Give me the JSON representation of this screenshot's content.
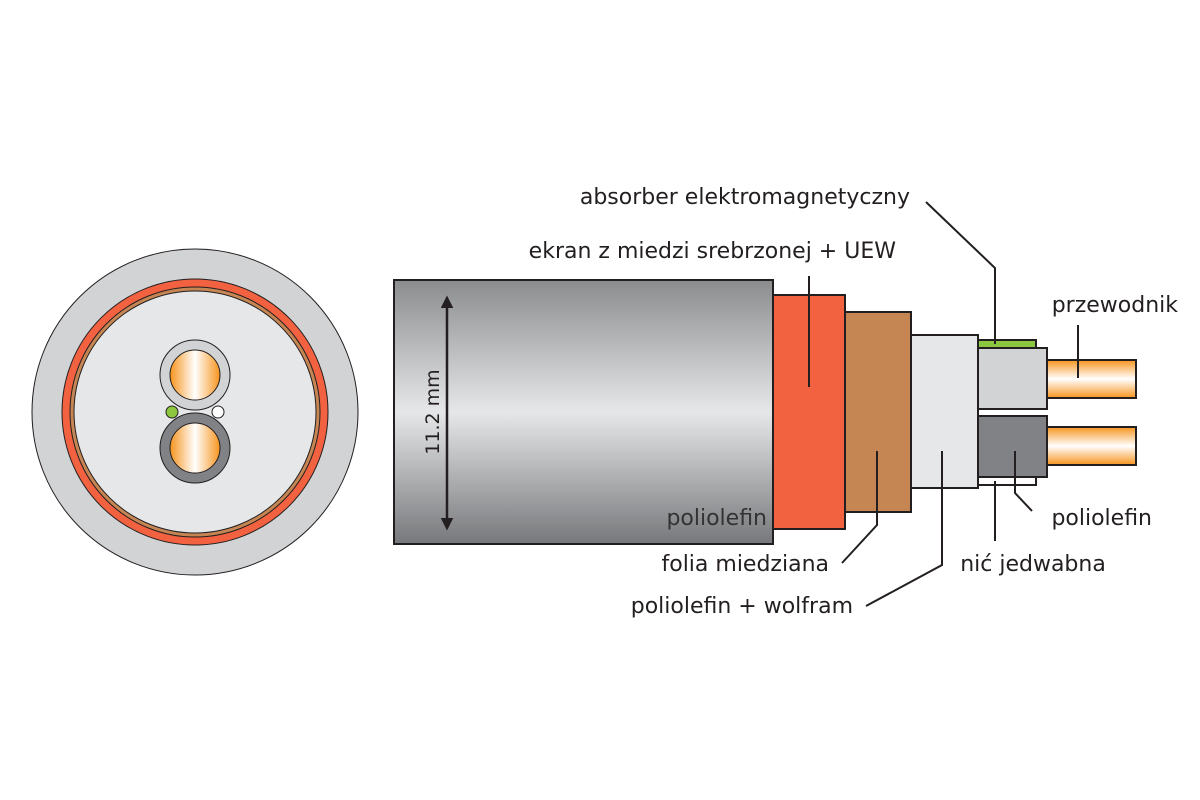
{
  "diagram": {
    "title": "Cable construction cross-section and side view",
    "dimension_label": "11.2 mm",
    "labels": {
      "outer_jacket": "poliolefin",
      "shield": "ekran z miedzi srebrzonej + UEW",
      "em_absorber": "absorber elektromagnetyczny",
      "conductor": "przewodnik",
      "copper_foil": "folia miedziana",
      "filler": "poliolefin + wolfram",
      "silk_thread": "nić jedwabna",
      "inner_insulation": "poliolefin"
    },
    "colors": {
      "outer_jacket": "#a7a9ac",
      "shield": "#f26140",
      "copper_foil": "#c68653",
      "filler": "#e6e7e8",
      "absorber": "#8dc63f",
      "insulation_light": "#d1d3d4",
      "insulation_dark": "#808285",
      "conductor": "#f7941d",
      "outline": "#231f20"
    }
  }
}
